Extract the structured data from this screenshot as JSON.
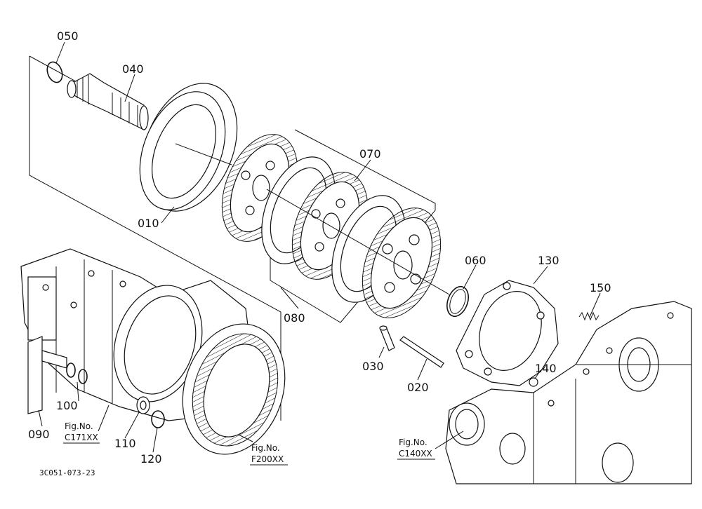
{
  "parts": [
    {
      "id": "p010",
      "label": "010"
    },
    {
      "id": "p020",
      "label": "020"
    },
    {
      "id": "p030",
      "label": "030"
    },
    {
      "id": "p040",
      "label": "040"
    },
    {
      "id": "p050",
      "label": "050"
    },
    {
      "id": "p060",
      "label": "060"
    },
    {
      "id": "p070",
      "label": "070"
    },
    {
      "id": "p080",
      "label": "080"
    },
    {
      "id": "p090",
      "label": "090"
    },
    {
      "id": "p100",
      "label": "100"
    },
    {
      "id": "p110",
      "label": "110"
    },
    {
      "id": "p120",
      "label": "120"
    },
    {
      "id": "p130",
      "label": "130"
    },
    {
      "id": "p140",
      "label": "140"
    },
    {
      "id": "p150",
      "label": "150"
    }
  ],
  "refs": {
    "c171": {
      "line1": "Fig.No.",
      "line2": "C171XX"
    },
    "f200": {
      "line1": "Fig.No.",
      "line2": "F200XX"
    },
    "c140": {
      "line1": "Fig.No.",
      "line2": "C140XX"
    }
  },
  "drawing_number": "3C051-073-23"
}
